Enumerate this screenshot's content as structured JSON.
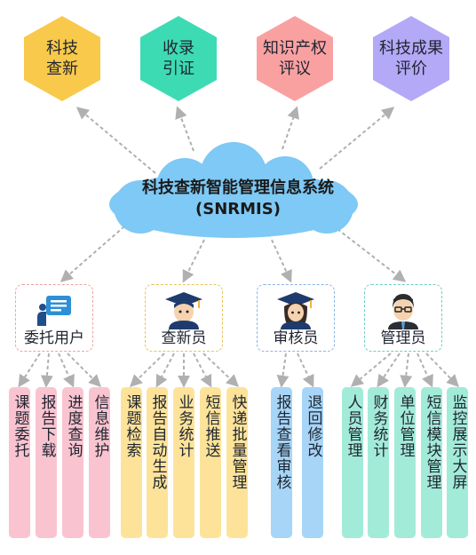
{
  "center": {
    "title": "科技查新智能管理信息系统\n(SNRMIS)"
  },
  "top_services": [
    {
      "label": "科技\n查新",
      "color": "#f8c94a"
    },
    {
      "label": "收录\n引证",
      "color": "#3ddbb4"
    },
    {
      "label": "知识产权\n评议",
      "color": "#f9a1a1"
    },
    {
      "label": "科技成果\n评价",
      "color": "#b4a9f6"
    }
  ],
  "roles": [
    {
      "label": "委托用户",
      "border": "#f0a3a3",
      "icon": "user-card-icon",
      "tasks": [
        {
          "label": "课题委托",
          "color": "#f9c4d0"
        },
        {
          "label": "报告下载",
          "color": "#f9c4d0"
        },
        {
          "label": "进度查询",
          "color": "#f9c4d0"
        },
        {
          "label": "信息维护",
          "color": "#f9c4d0"
        }
      ]
    },
    {
      "label": "查新员",
      "border": "#e9c35a",
      "icon": "graduate-icon",
      "tasks": [
        {
          "label": "课题检索",
          "color": "#fde39a"
        },
        {
          "label": "报告自动生成",
          "color": "#fde39a"
        },
        {
          "label": "业务统计",
          "color": "#fde39a"
        },
        {
          "label": "短信推送",
          "color": "#fde39a"
        },
        {
          "label": "快递批量管理",
          "color": "#fde39a"
        }
      ]
    },
    {
      "label": "审核员",
      "border": "#8ab5e6",
      "icon": "graduate-woman-icon",
      "tasks": [
        {
          "label": "报告查看审核",
          "color": "#a6d5f7"
        },
        {
          "label": "退回修改",
          "color": "#a6d5f7"
        }
      ]
    },
    {
      "label": "管理员",
      "border": "#6dcfbf",
      "icon": "admin-glasses-icon",
      "tasks": [
        {
          "label": "人员管理",
          "color": "#a3ebd9"
        },
        {
          "label": "财务统计",
          "color": "#a3ebd9"
        },
        {
          "label": "单位管理",
          "color": "#a3ebd9"
        },
        {
          "label": "短信模块管理",
          "color": "#a3ebd9"
        },
        {
          "label": "监控展示大屏",
          "color": "#a3ebd9"
        }
      ]
    }
  ]
}
